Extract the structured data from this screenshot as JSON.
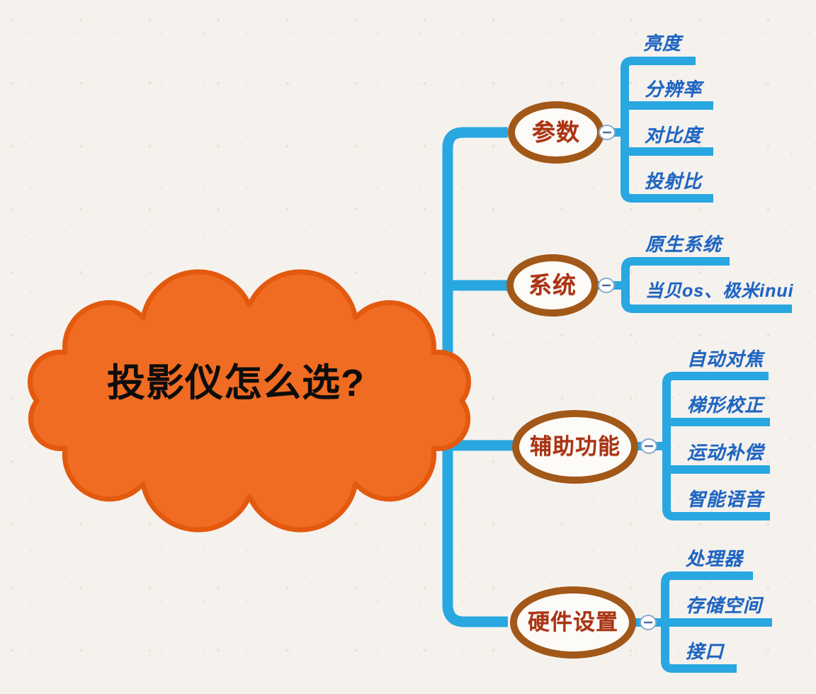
{
  "central": {
    "label": "投影仪怎么选?"
  },
  "branches": [
    {
      "label": "参数",
      "children": [
        "亮度",
        "分辨率",
        "对比度",
        "投射比"
      ]
    },
    {
      "label": "系统",
      "children": [
        "原生系统",
        "当贝os、极米inui"
      ]
    },
    {
      "label": "辅助功能",
      "children": [
        "自动对焦",
        "梯形校正",
        "运动补偿",
        "智能语音"
      ]
    },
    {
      "label": "硬件设置",
      "children": [
        "处理器",
        "存储空间",
        "接口"
      ]
    }
  ],
  "icons": {
    "collapse": "minus-in-circle"
  },
  "colors": {
    "background": "#f5f2ee",
    "connector_blue": "#29a7e1",
    "child_text_blue": "#1d64c1",
    "node_border_brown": "#a25818",
    "node_fill": "#fdfbf8",
    "node_text_red": "#ab3312",
    "cloud_fill": "#ef6c22",
    "cloud_border": "#e3590e",
    "central_text": "#0d0d0d"
  }
}
